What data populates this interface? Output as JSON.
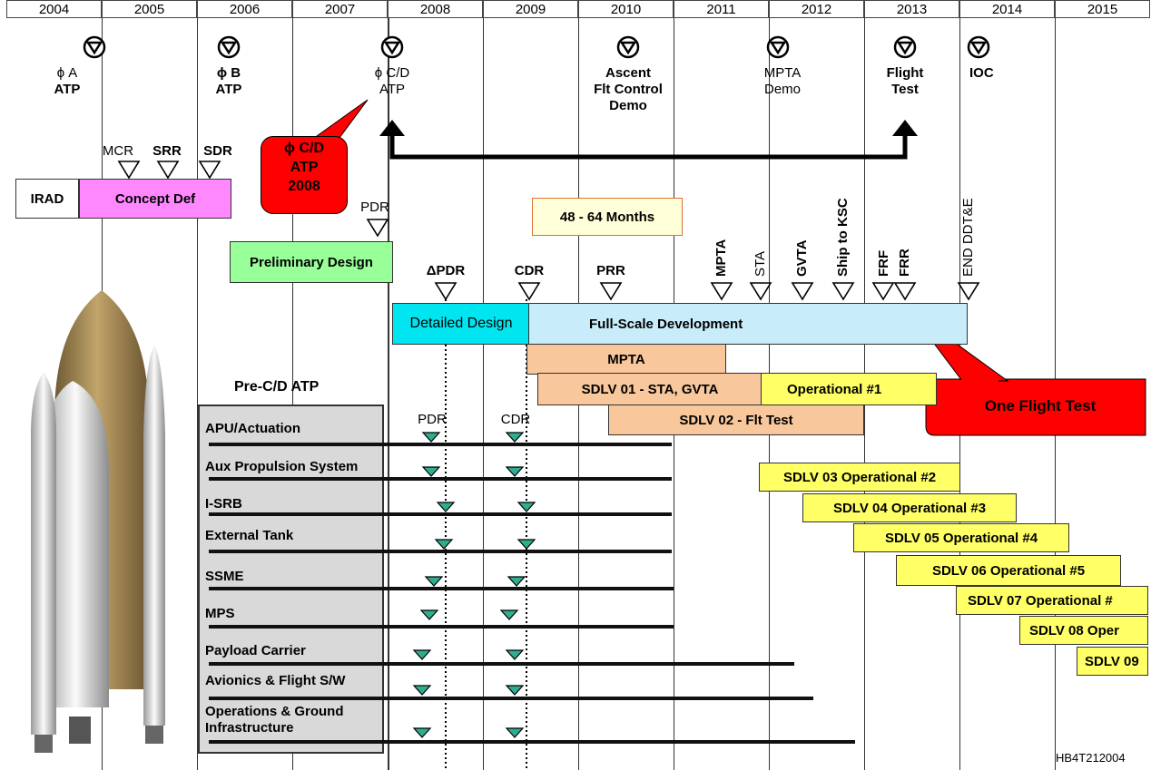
{
  "years": [
    "2004",
    "2005",
    "2006",
    "2007",
    "2008",
    "2009",
    "2010",
    "2011",
    "2012",
    "2013",
    "2014",
    "2015"
  ],
  "top_milestones": [
    {
      "l1": "ϕ A",
      "l2": "ATP",
      "l3": ""
    },
    {
      "l1": "ϕ B",
      "l2": "ATP",
      "l3": ""
    },
    {
      "l1": "ϕ C/D",
      "l2": "ATP",
      "l3": ""
    },
    {
      "l1": "Ascent",
      "l2": "Flt Control",
      "l3": "Demo"
    },
    {
      "l1": "MPTA",
      "l2": "Demo",
      "l3": ""
    },
    {
      "l1": "Flight",
      "l2": "Test",
      "l3": ""
    },
    {
      "l1": "IOC",
      "l2": "",
      "l3": ""
    }
  ],
  "callout_atp": {
    "l1": "ϕ C/D",
    "l2": "ATP",
    "l3": "2008"
  },
  "review_labels": {
    "mcr": "MCR",
    "srr": "SRR",
    "sdr": "SDR",
    "pdr": "PDR",
    "dpdr": "ΔPDR",
    "cdr": "CDR",
    "prr": "PRR"
  },
  "phases": {
    "irad": "IRAD",
    "concept": "Concept Def",
    "prelim": "Preliminary Design",
    "detailed": "Detailed Design",
    "fullscale": "Full-Scale Development",
    "months": "48 - 64 Months",
    "mpta": "MPTA",
    "sdlv01": "SDLV 01 -  STA, GVTA",
    "op1": "Operational #1",
    "sdlv02": "SDLV 02 -  Flt Test"
  },
  "vertical_milestones": [
    "MPTA",
    "STA",
    "GVTA",
    "Ship to KSC",
    "FRF",
    "FRR",
    "END DDT&E"
  ],
  "one_flight_test": "One Flight Test",
  "pre_cd": {
    "title": "Pre-C/D ATP",
    "pdr": "PDR",
    "cdr": "CDR",
    "subsystems": [
      "APU/Actuation",
      "Aux Propulsion System",
      "I-SRB",
      "External Tank",
      "SSME",
      "MPS",
      "Payload Carrier",
      "Avionics & Flight S/W",
      "Operations & Ground",
      "Infrastructure"
    ]
  },
  "ops_flights": [
    "SDLV 03 Operational #2",
    "SDLV 04 Operational #3",
    "SDLV 05 Operational #4",
    "SDLV 06 Operational #5",
    "SDLV 07 Operational #",
    "SDLV 08 Oper",
    "SDLV 09"
  ],
  "doc_id": "HB4T212004",
  "colors": {
    "magenta": "#ff88ff",
    "green": "#99ff99",
    "cyan": "#00e5f0",
    "lightblue": "#c8ecfa",
    "peach": "#f8c79b",
    "yellow": "#ffff66",
    "red": "#ff0000",
    "teal": "#2fae8f",
    "gray": "#d9d9d9",
    "cream": "#ffffd9"
  }
}
